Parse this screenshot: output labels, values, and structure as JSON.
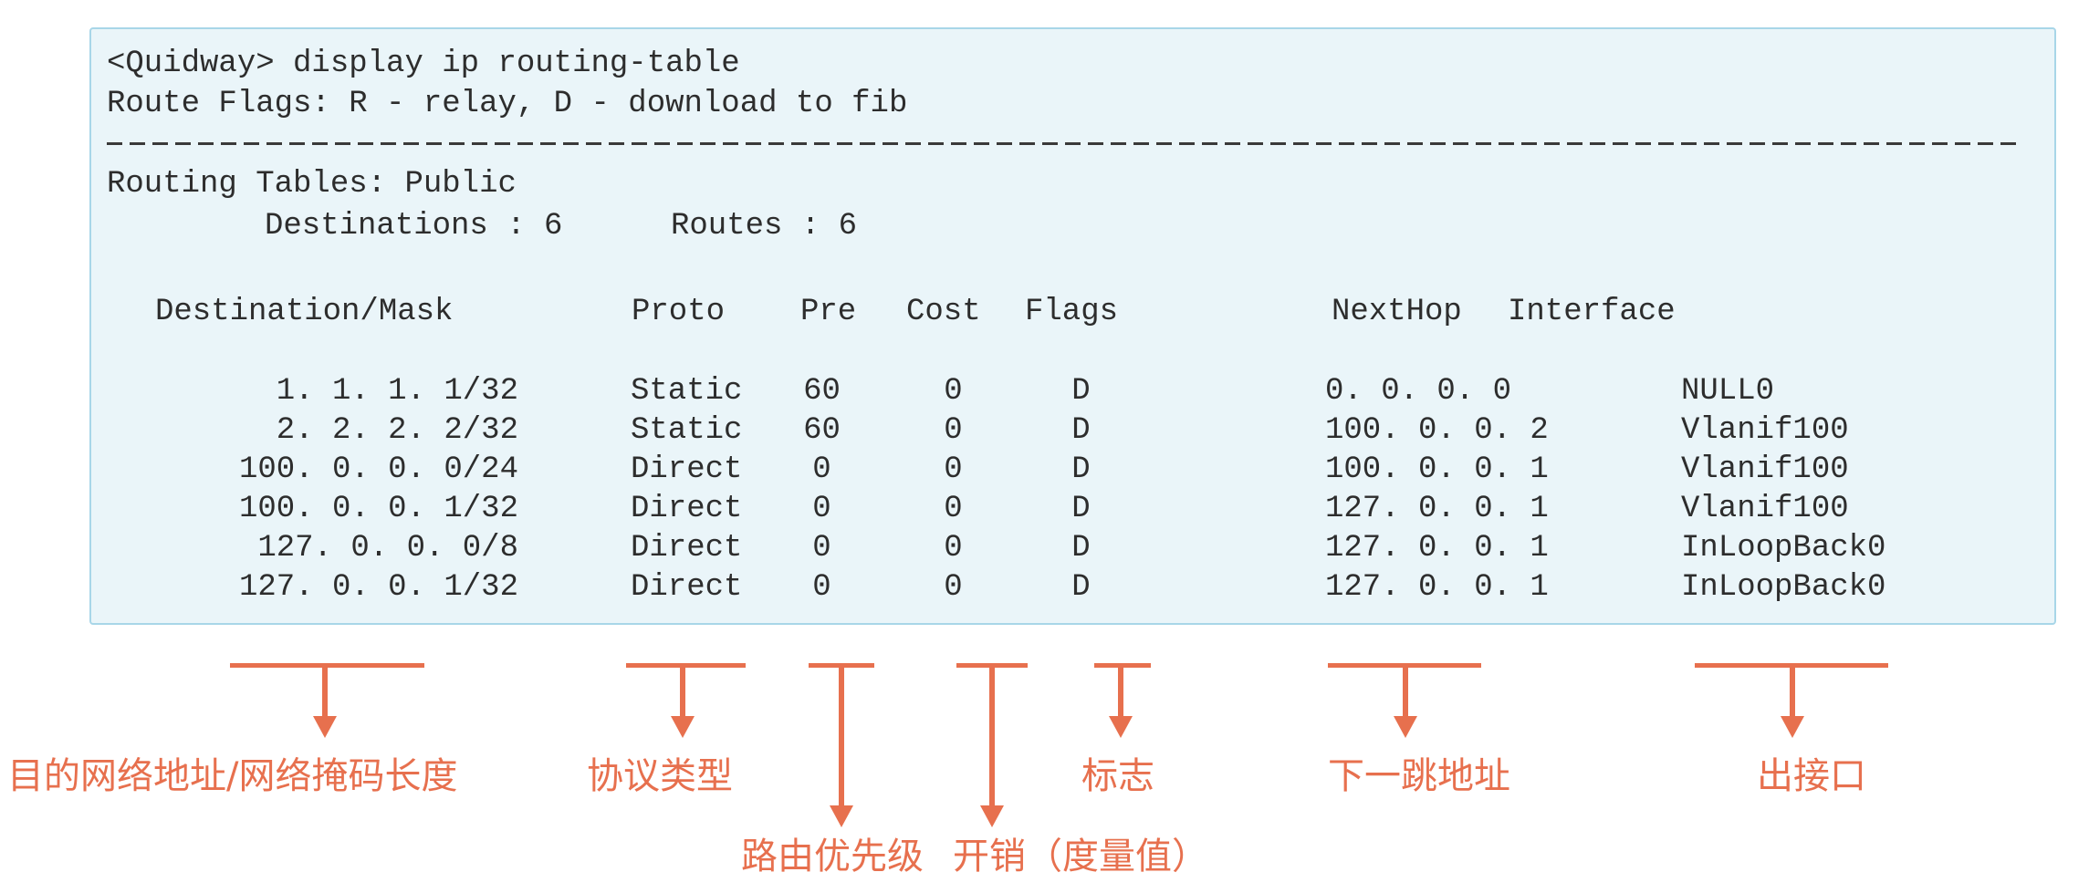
{
  "colors": {
    "accent_coral": "#e7704e",
    "terminal_background": "#eaf5f9",
    "terminal_border": "#a8d6e8",
    "terminal_text": "#2d2d2d"
  },
  "terminal": {
    "command": "<Quidway> display ip routing-table",
    "route_flags_line": "Route Flags: R - relay, D - download to fib",
    "routing_tables_line": "Routing Tables: Public",
    "destinations_label": "Destinations : 6",
    "routes_label": "Routes : 6",
    "headers": {
      "dest": "Destination/Mask",
      "proto": "Proto",
      "pre": "Pre",
      "cost": "Cost",
      "flags": "Flags",
      "nexthop": "NextHop",
      "iface": "Interface"
    },
    "routes": [
      {
        "dest": "1. 1. 1. 1/32",
        "proto": "Static",
        "pre": "60",
        "cost": "0",
        "flags": "D",
        "nexthop": "0. 0. 0. 0",
        "iface": "NULL0"
      },
      {
        "dest": "2. 2. 2. 2/32",
        "proto": "Static",
        "pre": "60",
        "cost": "0",
        "flags": "D",
        "nexthop": "100. 0. 0. 2",
        "iface": "Vlanif100"
      },
      {
        "dest": "100. 0. 0. 0/24",
        "proto": "Direct",
        "pre": "0",
        "cost": "0",
        "flags": "D",
        "nexthop": "100. 0. 0. 1",
        "iface": "Vlanif100"
      },
      {
        "dest": "100. 0. 0. 1/32",
        "proto": "Direct",
        "pre": "0",
        "cost": "0",
        "flags": "D",
        "nexthop": "127. 0. 0. 1",
        "iface": "Vlanif100"
      },
      {
        "dest": "127. 0. 0. 0/8",
        "proto": "Direct",
        "pre": "0",
        "cost": "0",
        "flags": "D",
        "nexthop": "127. 0. 0. 1",
        "iface": "InLoopBack0"
      },
      {
        "dest": "127. 0. 0. 1/32",
        "proto": "Direct",
        "pre": "0",
        "cost": "0",
        "flags": "D",
        "nexthop": "127. 0. 0. 1",
        "iface": "InLoopBack0"
      }
    ]
  },
  "annotations": {
    "dest_mask": "目的网络地址/网络掩码长度",
    "proto": "协议类型",
    "pre": "路由优先级",
    "cost": "开销（度量值）",
    "flags": "标志",
    "nexthop": "下一跳地址",
    "iface": "出接口"
  }
}
